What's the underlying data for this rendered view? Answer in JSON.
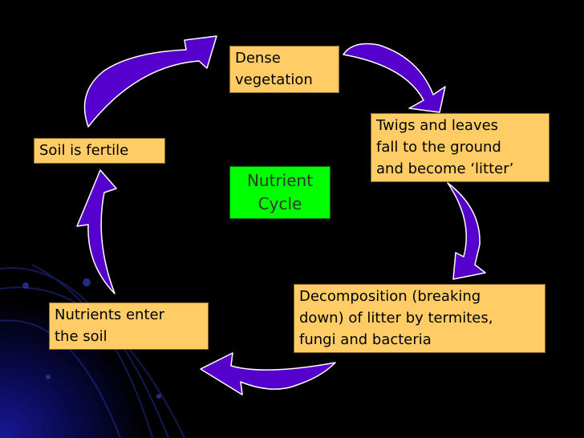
{
  "center_label": "Nutrient\nCycle",
  "stages": {
    "dense": "Dense\nvegetation",
    "twigs": "Twigs and leaves\nfall to the ground\nand become ‘litter’",
    "decomposition": "Decomposition (breaking\ndown) of litter by termites,\nfungi and bacteria",
    "nutrients": "Nutrients enter\nthe soil",
    "fertile": "Soil is fertile"
  },
  "colors": {
    "background": "#000000",
    "arrow_fill": "#5500cc",
    "box_fill": "#ffcc66",
    "center_fill": "#00ff00"
  }
}
